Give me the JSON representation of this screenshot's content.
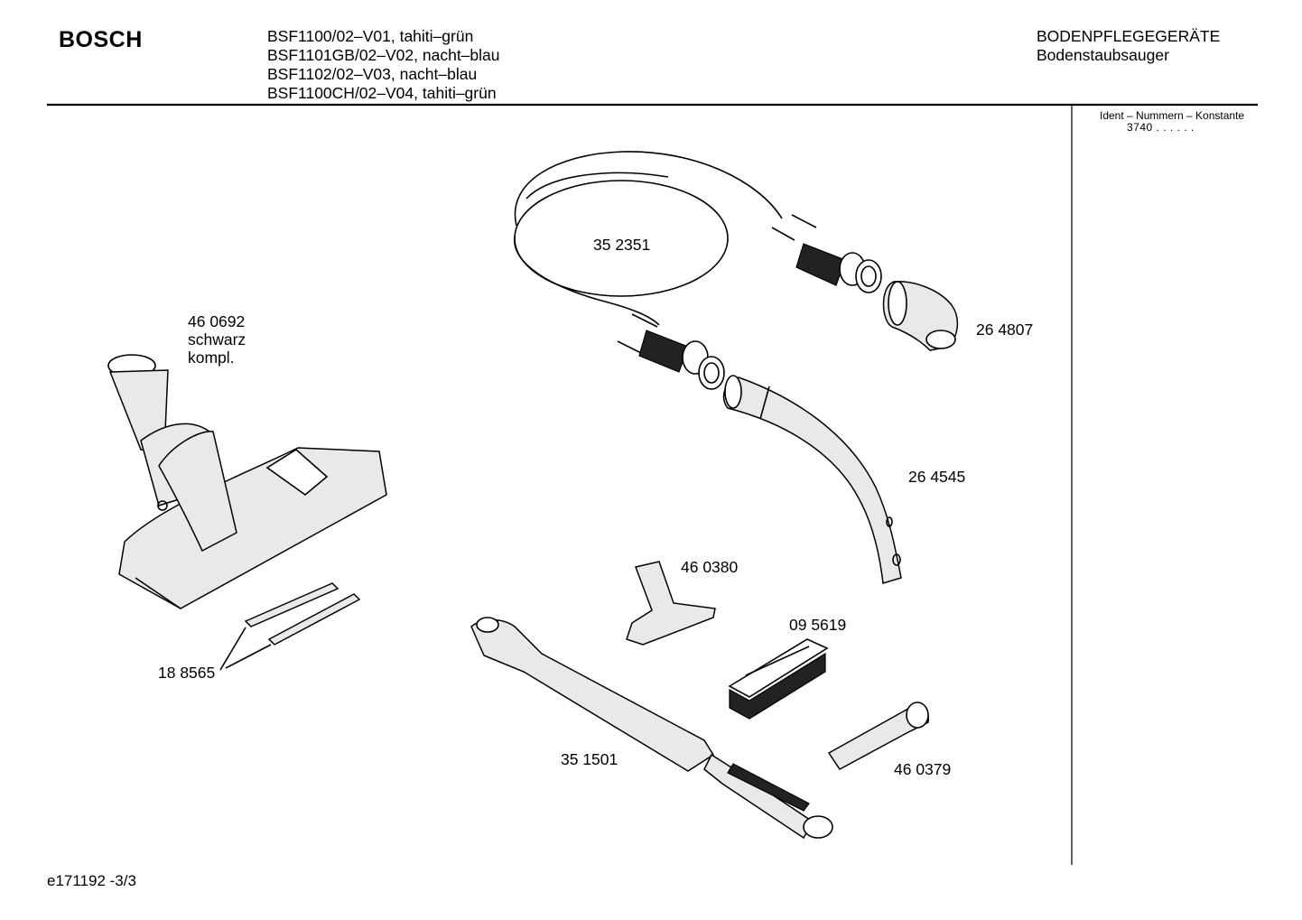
{
  "header": {
    "brand": "BOSCH",
    "models": [
      "BSF1100/02–V01, tahiti–grün",
      "BSF1101GB/02–V02, nacht–blau",
      "BSF1102/02–V03, nacht–blau",
      "BSF1100CH/02–V04, tahiti–grün"
    ],
    "category": "BODENPFLEGEGERÄTE",
    "subcategory": "Bodenstaubsauger"
  },
  "sidebar": {
    "ident_title": "Ident – Nummern – Konstante",
    "ident_values": "3740   . .     . . . ."
  },
  "parts": [
    {
      "number": "35 2351",
      "name": "hose"
    },
    {
      "number": "26 4807",
      "name": "hose-elbow"
    },
    {
      "number": "26 4545",
      "name": "curved-handle-tube"
    },
    {
      "number": "46 0692",
      "note1": "schwarz",
      "note2": "kompl.",
      "name": "floor-nozzle"
    },
    {
      "number": "18 8565",
      "name": "nozzle-strips"
    },
    {
      "number": "46 0380",
      "name": "upholstery-nozzle"
    },
    {
      "number": "09 5619",
      "name": "brush-insert"
    },
    {
      "number": "35 1501",
      "name": "telescopic-tube"
    },
    {
      "number": "46 0379",
      "name": "crevice-nozzle"
    }
  ],
  "footer": {
    "code": "e171192 -3/3"
  }
}
